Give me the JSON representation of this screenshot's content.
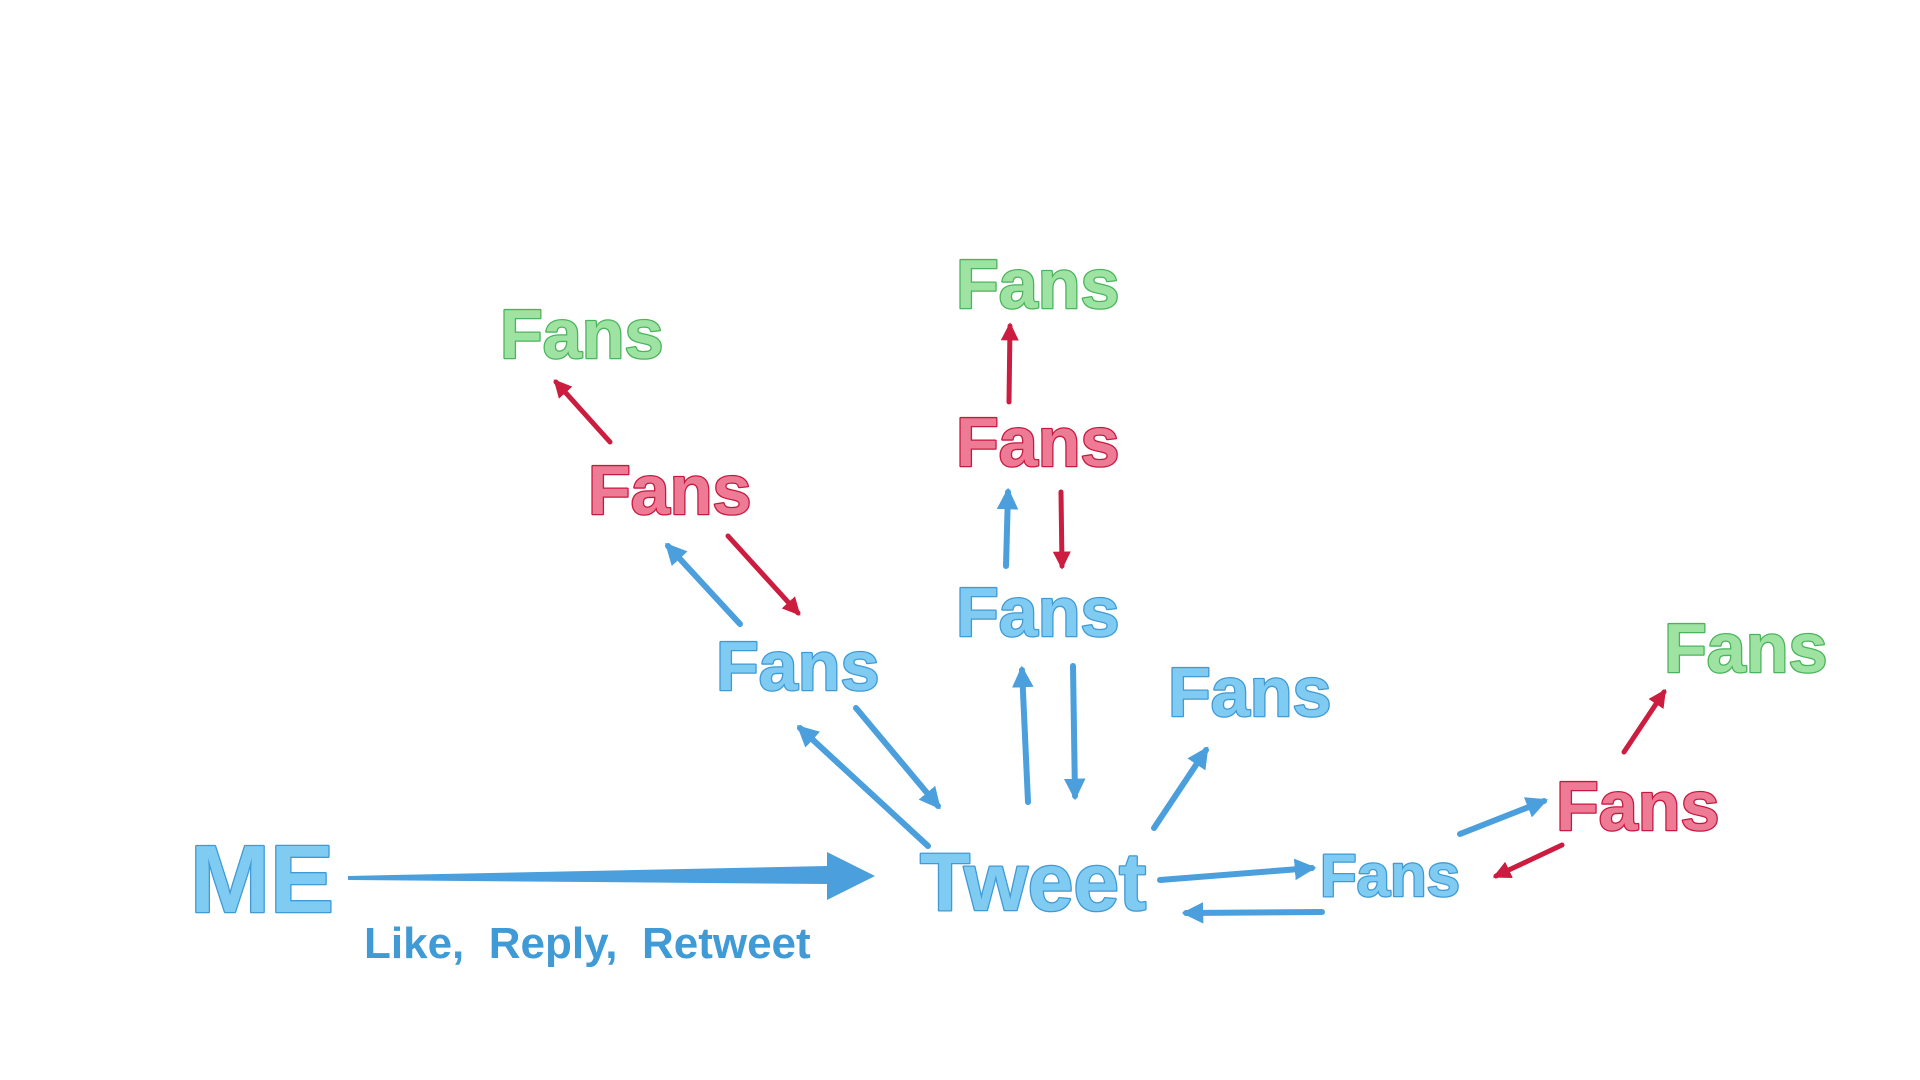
{
  "colors": {
    "blue_fill": "#7fcbf2",
    "blue_stroke": "#3f9ad6",
    "blue_arrow": "#4a9fdc",
    "red_fill": "#ee7b95",
    "red_stroke": "#c9183f",
    "red_arrow": "#cc1c3f",
    "green_fill": "#9fe3a3",
    "green_stroke": "#49b45c",
    "caption": "#3f9ad6"
  },
  "nodes": {
    "me": "ME",
    "tweet": "Tweet",
    "fans_left_blue": "Fans",
    "fans_left_red": "Fans",
    "fans_left_green": "Fans",
    "fans_center_blue": "Fans",
    "fans_center_red": "Fans",
    "fans_center_green": "Fans",
    "fans_mid_blue": "Fans",
    "fans_right_blue": "Fans",
    "fans_right_red": "Fans",
    "fans_right_green": "Fans"
  },
  "caption": "Like,  Reply,  Retweet"
}
